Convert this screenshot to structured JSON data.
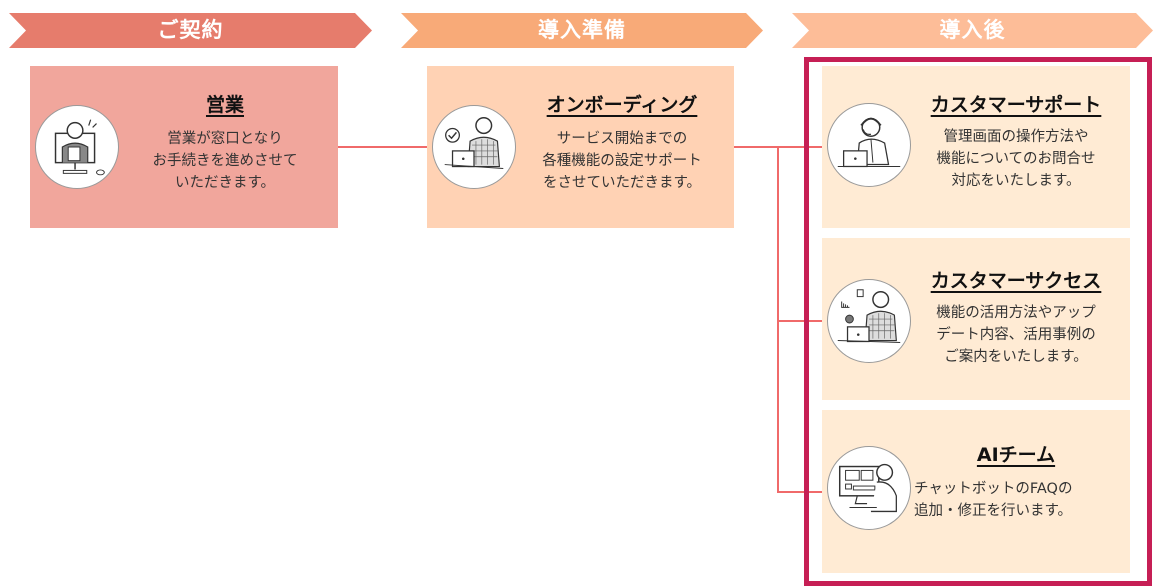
{
  "colors": {
    "stage1_banner": "#e67c6c",
    "stage2_banner": "#f8aa78",
    "stage3_banner": "#fdbd98",
    "stage1_card": "#f1a69c",
    "stage2_card": "#ffd2b4",
    "stage3_card": "#ffebd4",
    "connector": "#f06a6a",
    "highlight_frame": "#c61f55"
  },
  "stages": [
    {
      "label": "ご契約",
      "cards": [
        {
          "title": "営業",
          "description": "営業が窓口となり\nお手続きを進めさせて\nいただきます。",
          "icon": "sales-person-monitor-icon"
        }
      ]
    },
    {
      "label": "導入準備",
      "cards": [
        {
          "title": "オンボーディング",
          "description": "サービス開始までの\n各種機能の設定サポート\nをさせていただきます。",
          "icon": "onboarding-laptop-check-icon"
        }
      ]
    },
    {
      "label": "導入後",
      "cards": [
        {
          "title": "カスタマーサポート",
          "description": "管理画面の操作方法や\n機能についてのお問合せ\n対応をいたします。",
          "icon": "headset-operator-icon"
        },
        {
          "title": "カスタマーサクセス",
          "description": "機能の活用方法やアップ\nデート内容、活用事例の\nご案内をいたします。",
          "icon": "analytics-person-icon"
        },
        {
          "title": "AIチーム",
          "description": "チャットボットのFAQの\n追加・修正を行います。",
          "icon": "person-at-computer-icon"
        }
      ]
    }
  ]
}
